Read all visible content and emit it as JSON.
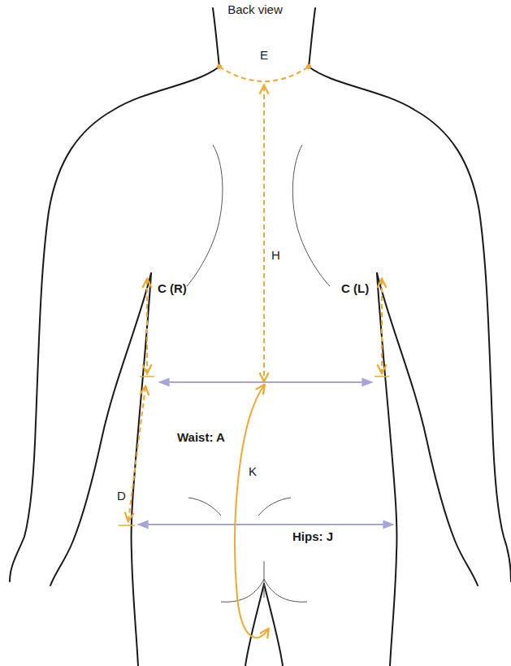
{
  "diagram": {
    "title": "Back view",
    "labels": [
      "E",
      "H",
      "C (R)",
      "C (L)",
      "Waist: A",
      "K",
      "D",
      "Hips: J"
    ]
  }
}
